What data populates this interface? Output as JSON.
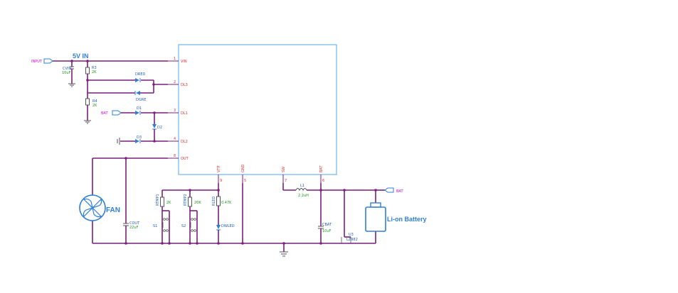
{
  "title": "5V  IN",
  "ports": {
    "input": "INPUT",
    "bat_left": "BAT",
    "bat_right": "BAT"
  },
  "ic": {
    "pins_left": [
      {
        "num": "1",
        "name": "VIN"
      },
      {
        "num": "2",
        "name": "DL3"
      },
      {
        "num": "3",
        "name": "DL1"
      },
      {
        "num": "4",
        "name": "DL2"
      },
      {
        "num": "8",
        "name": "OUT"
      }
    ],
    "pins_bottom": [
      {
        "num": "9",
        "name": "VTP"
      },
      {
        "num": "5",
        "name": "GND"
      },
      {
        "num": "7",
        "name": "SW"
      },
      {
        "num": "6",
        "name": "BAT"
      }
    ]
  },
  "components": {
    "cvin": {
      "ref": "CVIN",
      "value": "10uF"
    },
    "r3": {
      "ref": "R3",
      "value": "2K"
    },
    "r4": {
      "ref": "R4",
      "value": "2K"
    },
    "dred": {
      "ref": "DRED"
    },
    "dgre": {
      "ref": "DGRE"
    },
    "d1": {
      "ref": "D1"
    },
    "d2": {
      "ref": "D2"
    },
    "d3": {
      "ref": "D3"
    },
    "fan": {
      "label": "FAN"
    },
    "cout": {
      "ref": "COUT",
      "value": "22uF"
    },
    "rtmp1": {
      "ref": "RTMP1",
      "value": "2K"
    },
    "rtmp2": {
      "ref": "RTMP2",
      "value": "20K"
    },
    "rled": {
      "ref": "RLED",
      "value": "0.47K"
    },
    "s1": {
      "ref": "S1"
    },
    "s2": {
      "ref": "S2"
    },
    "dwled": {
      "ref": "DWLED"
    },
    "l1": {
      "ref": "L1",
      "value": "2.2uH"
    },
    "cbat": {
      "ref": "CBAT",
      "value": "10uF"
    },
    "u3": {
      "ref": "U3",
      "value": "LZ982"
    },
    "battery": {
      "label": "Li-on Battery"
    }
  },
  "colors": {
    "wire": "#7a1f7a",
    "ic_border": "#6fb3f0",
    "pin_text": "#e0302a",
    "ref_text": "#1f5fb0",
    "value_text": "#1a9a1a",
    "net_label": "#d400d4"
  }
}
